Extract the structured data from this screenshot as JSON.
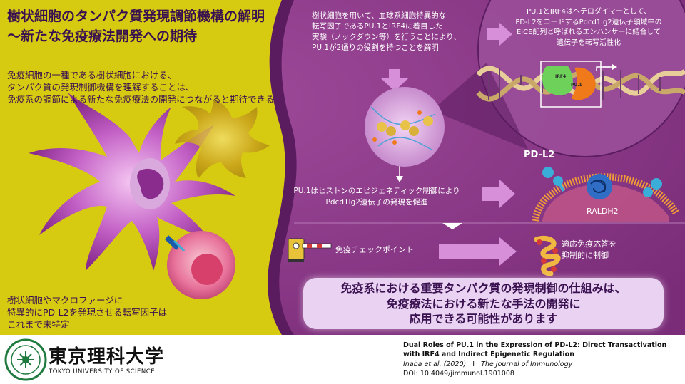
{
  "title": "樹状細胞のタンパク質発現調節機構の解明\n〜新たな免疫療法開発への期待",
  "intro": "免疫細胞の一種である樹状細胞における、\nタンパク質の発現制御機構を理解することは、\n免疫系の調節による新たな免疫療法の開発につながると期待できる",
  "unknown_factor": "樹状細胞やマクロファージに\n特異的にPD-L2を発現させる転写因子は\nこれまで未特定",
  "mechanism": "樹状細胞を用いて、血球系細胞特異的な\n転写因子であるPU.1とIRF4に着目した\n実験（ノックダウン等）を行うことにより、\nPU.1が2通りの役割を持つことを解明",
  "heterodimer": "PU.1とIRF4はヘテロダイマーとして、\nPD-L2をコードするPdcd1lg2遺伝子領域中の\nEICE配列と呼ばれるエンハンサーに結合して\n遺伝子を転写活性化",
  "epigenetic": "PU.1はヒストンのエピジェネティック制御により\nPdcd1lg2遺伝子の発現を促進",
  "labels": {
    "pdl2": "PD-L2",
    "raldh2": "RALDH2",
    "irf4": "IRF4",
    "pu1": "PU.1"
  },
  "checkpoint": "免疫チェックポイント",
  "suppression": "適応免疫応答を\n抑制的に制御",
  "conclusion": "免疫系における重要タンパク質の発現制御の仕組みは、\n免疫療法における新たな手法の開発に\n応用できる可能性があります",
  "university": {
    "name_ja": "東京理科大学",
    "name_en": "TOKYO UNIVERSITY OF SCIENCE"
  },
  "reference": {
    "paper_title": "Dual Roles of PU.1 in the Expression of PD-L2: Direct Transactivation with IRF4 and Indirect Epigenetic Regulation",
    "authors": "Inaba et al. (2020)",
    "separator": "I",
    "journal": "The Journal of Immunology",
    "doi": "DOI: 10.4049/jimmunol.1901008"
  },
  "colors": {
    "yellow_panel": "#d7cb12",
    "purple_panel": "#8f3d8a",
    "dark_purple": "#5a1c5f",
    "title_text": "#3a1150",
    "conclusion_box": "#ead2f3",
    "arrow_pink": "#d68fd8"
  }
}
